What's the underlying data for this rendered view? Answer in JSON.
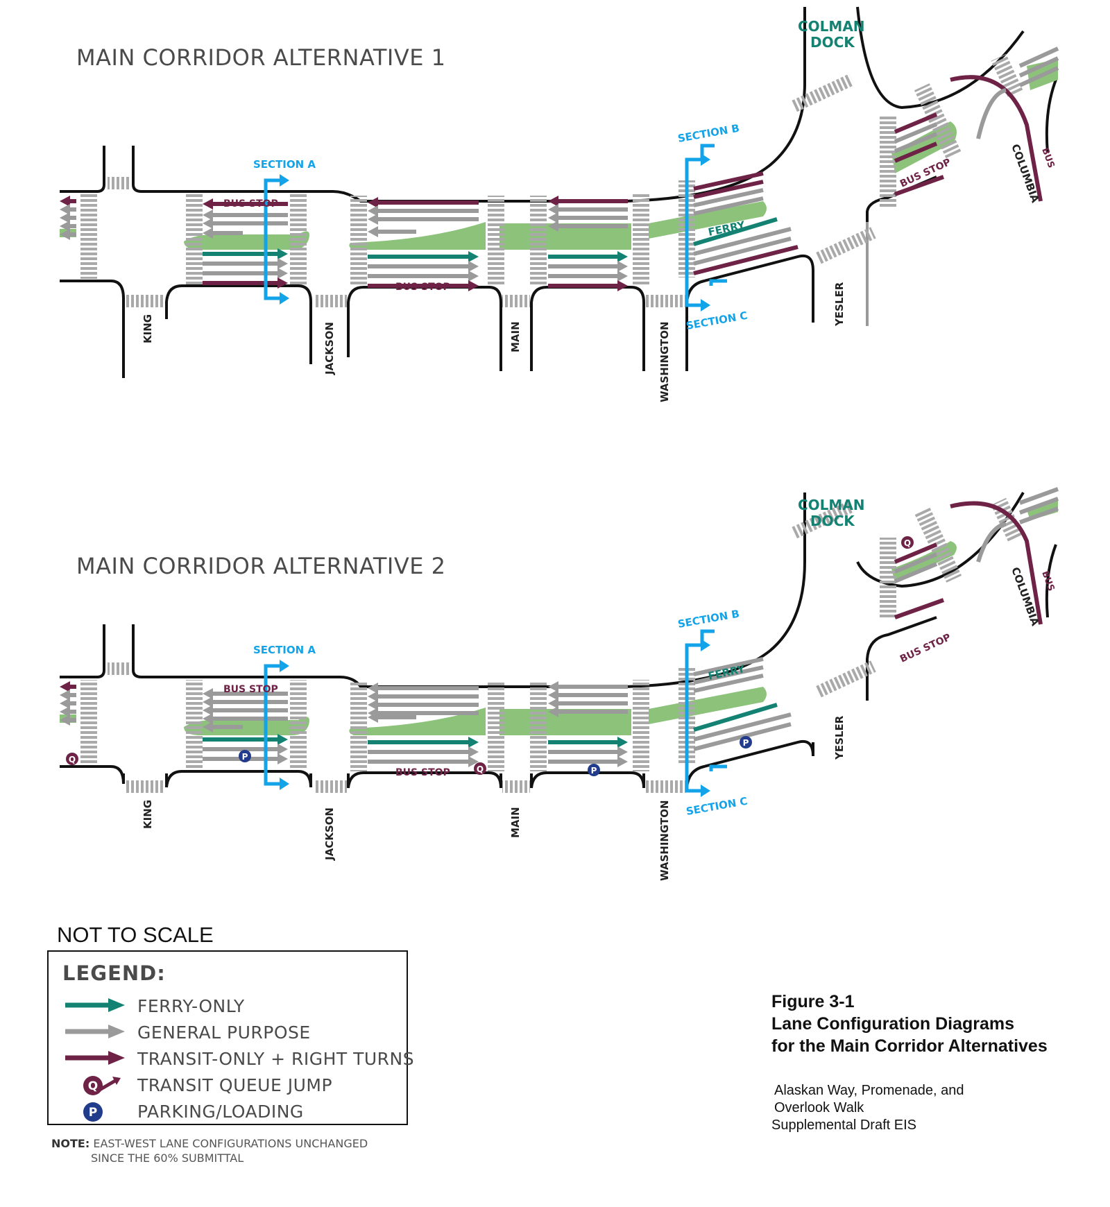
{
  "diagram1": {
    "title": "MAIN CORRIDOR ALTERNATIVE 1",
    "streets": [
      "KING",
      "JACKSON",
      "MAIN",
      "WASHINGTON",
      "YESLER",
      "COLUMBIA"
    ],
    "dock": [
      "COLMAN",
      "DOCK"
    ],
    "sections": [
      "SECTION A",
      "SECTION B",
      "SECTION C"
    ],
    "bus_stop": "BUS STOP",
    "ferry": "FERRY",
    "bus": "BUS"
  },
  "diagram2": {
    "title": "MAIN CORRIDOR ALTERNATIVE 2",
    "streets": [
      "KING",
      "JACKSON",
      "MAIN",
      "WASHINGTON",
      "YESLER",
      "COLUMBIA"
    ],
    "dock": [
      "COLMAN",
      "DOCK"
    ],
    "sections": [
      "SECTION A",
      "SECTION B",
      "SECTION C"
    ],
    "bus_stop": "BUS STOP",
    "ferry": "FERRY",
    "bus": "BUS",
    "queue_jump_glyph": "Q",
    "parking_glyph": "P"
  },
  "scale_note": "NOT TO SCALE",
  "legend": {
    "title": "LEGEND:",
    "items": [
      {
        "label": "FERRY-ONLY",
        "icon": "teal-arrow-icon"
      },
      {
        "label": "GENERAL PURPOSE",
        "icon": "gray-arrow-icon"
      },
      {
        "label": "TRANSIT-ONLY + RIGHT TURNS",
        "icon": "maroon-arrow-icon"
      },
      {
        "label": "TRANSIT QUEUE JUMP",
        "icon": "queue-jump-icon",
        "glyph": "Q"
      },
      {
        "label": "PARKING/LOADING",
        "icon": "parking-icon",
        "glyph": "P"
      }
    ]
  },
  "note": {
    "label": "NOTE:",
    "line1": "EAST-WEST LANE CONFIGURATIONS UNCHANGED",
    "line2": "SINCE THE 60% SUBMITTAL"
  },
  "figure": {
    "number": "Figure 3-1",
    "title_line1": "Lane Configuration Diagrams",
    "title_line2": "for the Main Corridor Alternatives",
    "subtitle_line1": "Alaskan Way, Promenade, and",
    "subtitle_line2": "Overlook Walk",
    "subtitle_line3": "Supplemental Draft EIS"
  },
  "colors": {
    "ferry": "#138272",
    "general": "#9a9a9a",
    "transit": "#6e2346",
    "section": "#12a3e8",
    "median": "#8cc27a",
    "parking": "#223c8c"
  }
}
